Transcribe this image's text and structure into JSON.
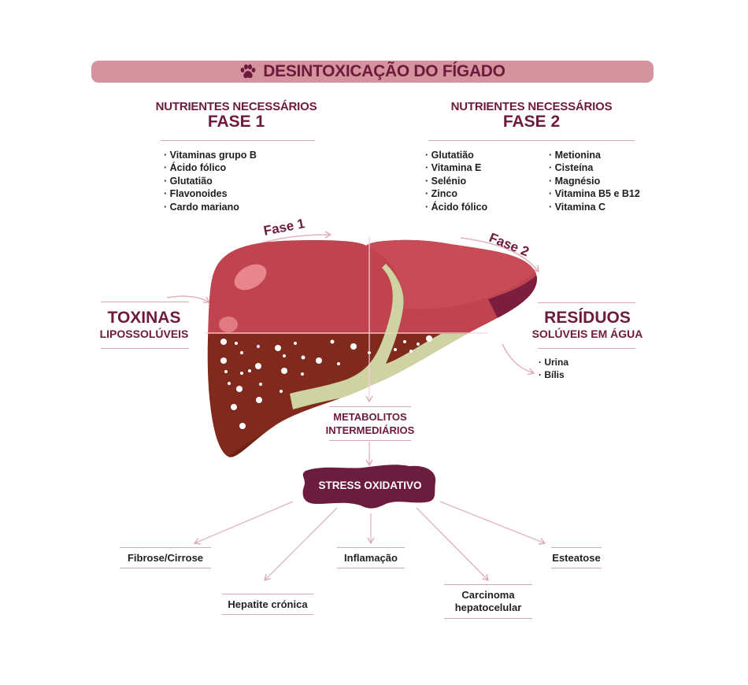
{
  "title": "DESINTOXICAÇÃO DO FÍGADO",
  "title_icon": "paw-icon",
  "colors": {
    "banner": "#d4939d",
    "accent_text": "#6e1a3c",
    "liver_top": "#c0444f",
    "liver_bottom": "#7f2a1c",
    "bile": "#cfd3a2",
    "stress_blob": "#6c1d3f",
    "arrow": "#e2b3ba"
  },
  "phase1": {
    "subtitle": "NUTRIENTES NECESSÁRIOS",
    "title": "FASE 1",
    "items": [
      "Vitaminas grupo B",
      "Ácido fólico",
      "Glutatião",
      "Flavonoides",
      "Cardo mariano"
    ]
  },
  "phase2": {
    "subtitle": "NUTRIENTES NECESSÁRIOS",
    "title": "FASE 2",
    "items_col1": [
      "Glutatião",
      "Vitamina E",
      "Selénio",
      "Zinco",
      "Ácido fólico"
    ],
    "items_col2": [
      "Metionina",
      "Cisteína",
      "Magnésio",
      "Vitamina B5 e B12",
      "Vitamina C"
    ]
  },
  "liver": {
    "arrow_phase1": "Fase 1",
    "arrow_phase2": "Fase 2"
  },
  "toxins": {
    "title": "TOXINAS",
    "subtitle": "LIPOSSOLÚVEIS"
  },
  "residues": {
    "title": "RESÍDUOS",
    "subtitle": "SOLÚVEIS EM ÁGUA",
    "items": [
      "Urina",
      "Bílis"
    ]
  },
  "metabolites": {
    "line1": "METABOLITOS",
    "line2": "INTERMEDIÁRIOS"
  },
  "stress": {
    "label": "STRESS OXIDATIVO"
  },
  "outcomes": {
    "fibrosis": "Fibrose/Cirrose",
    "hepatitis": "Hepatite crónica",
    "inflammation": "Inflamação",
    "carcinoma_line1": "Carcinoma",
    "carcinoma_line2": "hepatocelular",
    "steatosis": "Esteatose"
  }
}
